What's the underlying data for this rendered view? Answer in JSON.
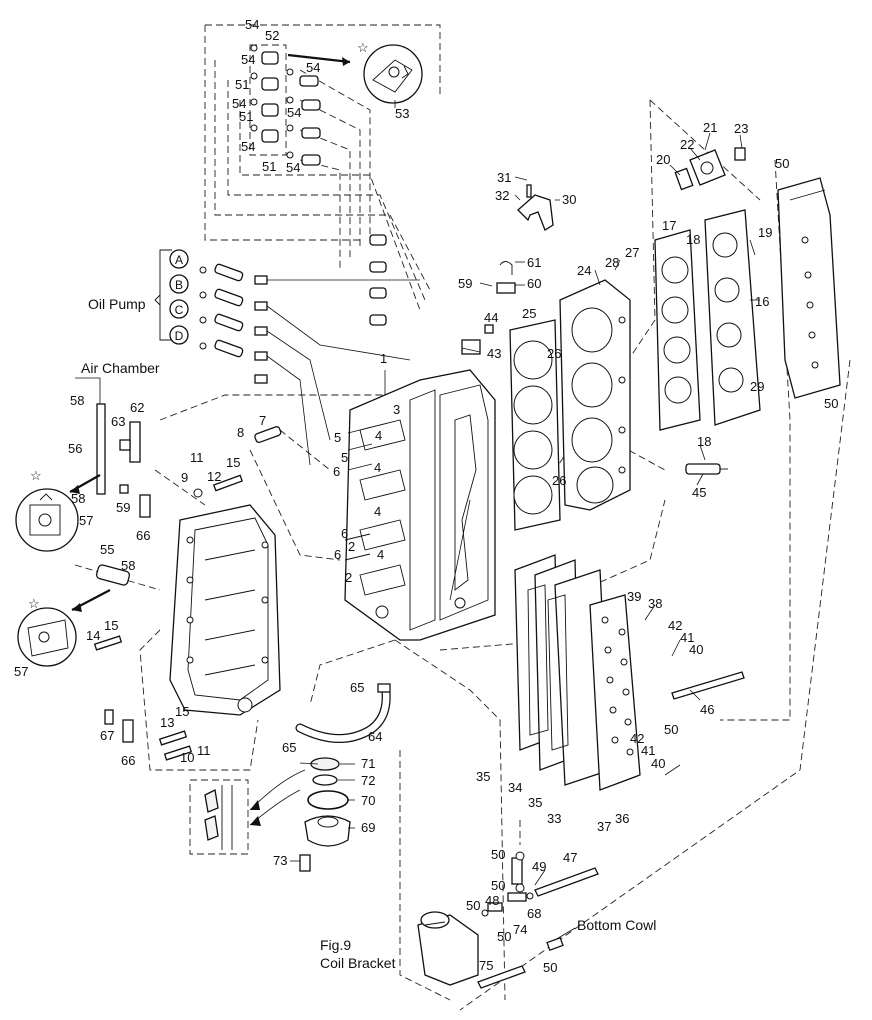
{
  "labels": {
    "oil_pump": "Oil Pump",
    "air_chamber": "Air Chamber",
    "bottom_cowl": "Bottom Cowl",
    "fig": "Fig.9",
    "coil_bracket": "Coil Bracket",
    "star": "☆"
  },
  "circled_letters": [
    "A",
    "B",
    "C",
    "D"
  ],
  "callouts": [
    "54",
    "52",
    "54",
    "54",
    "51",
    "54",
    "51",
    "54",
    "54",
    "51",
    "54",
    "53",
    "21",
    "23",
    "22",
    "20",
    "31",
    "32",
    "30",
    "50",
    "17",
    "18",
    "19",
    "16",
    "28",
    "27",
    "24",
    "61",
    "59",
    "60",
    "25",
    "26",
    "44",
    "43",
    "1",
    "3",
    "58",
    "63",
    "62",
    "56",
    "7",
    "8",
    "11",
    "9",
    "15",
    "12",
    "5",
    "5",
    "6",
    "4",
    "4",
    "4",
    "4",
    "59",
    "66",
    "57",
    "58",
    "6",
    "2",
    "6",
    "2",
    "55",
    "58",
    "15",
    "14",
    "57",
    "29",
    "18",
    "50",
    "26",
    "45",
    "39",
    "38",
    "42",
    "41",
    "40",
    "46",
    "50",
    "65",
    "13",
    "15",
    "67",
    "10",
    "11",
    "66",
    "65",
    "64",
    "71",
    "72",
    "70",
    "69",
    "73",
    "35",
    "34",
    "35",
    "33",
    "42",
    "41",
    "40",
    "37",
    "36",
    "50",
    "49",
    "47",
    "50",
    "48",
    "50",
    "50",
    "68",
    "74",
    "50",
    "75"
  ]
}
